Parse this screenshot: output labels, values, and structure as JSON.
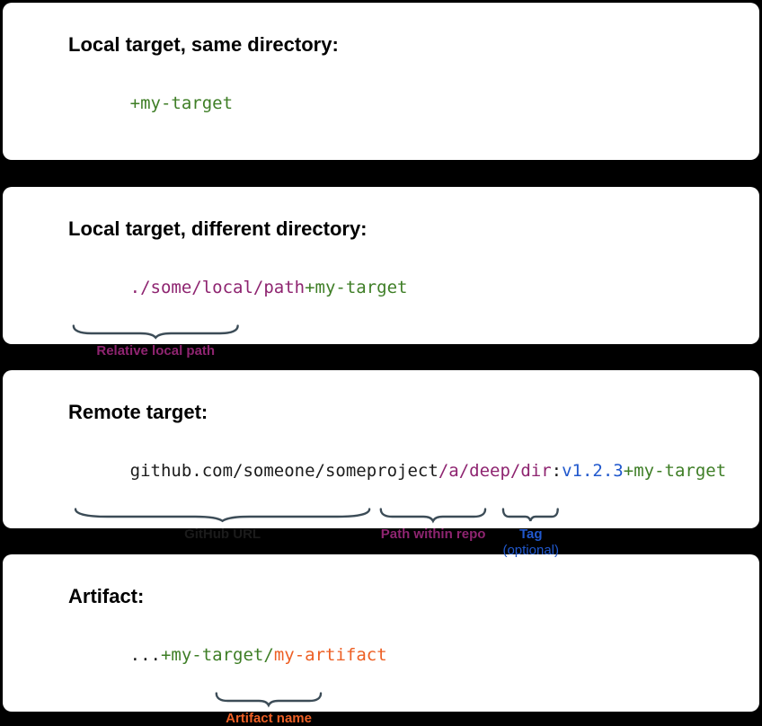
{
  "cards": [
    {
      "heading": "Local target, same directory:",
      "code": [
        {
          "text": "+my-target",
          "color": "green"
        }
      ],
      "annotations": []
    },
    {
      "heading": "Local target, different directory:",
      "code": [
        {
          "text": "./some/local/path",
          "color": "purple"
        },
        {
          "text": "+my-target",
          "color": "green"
        }
      ],
      "annotations": [
        {
          "covers": "./some/local/path",
          "label": "Relative local path",
          "color": "purple"
        }
      ]
    },
    {
      "heading": "Remote target:",
      "code": [
        {
          "text": "github.com/someone/someproject",
          "color": "black"
        },
        {
          "text": "/a/deep/dir",
          "color": "purple"
        },
        {
          "text": ":",
          "color": "black"
        },
        {
          "text": "v1.2.3",
          "color": "blue"
        },
        {
          "text": "+my-target",
          "color": "green"
        }
      ],
      "annotations": [
        {
          "covers": "github.com/someone/someproject",
          "label": "GitHub URL",
          "color": "black"
        },
        {
          "covers": "/a/deep/dir",
          "label": "Path within repo",
          "color": "purple"
        },
        {
          "covers": "v1.2.3",
          "label": "Tag",
          "sublabel": "(optional)",
          "color": "blue"
        }
      ]
    },
    {
      "heading": "Artifact:",
      "code": [
        {
          "text": "...",
          "color": "black"
        },
        {
          "text": "+my-target/",
          "color": "green"
        },
        {
          "text": "my-artifact",
          "color": "orange"
        }
      ],
      "annotations": [
        {
          "covers": "my-artifact",
          "label": "Artifact name",
          "color": "orange"
        }
      ]
    }
  ],
  "colors": {
    "green": "#3e7e26",
    "purple": "#8e2470",
    "blue": "#2058cd",
    "orange": "#ed5f24",
    "black": "#1b1b1b",
    "brace": "#3c4c57",
    "card_bg": "#ffffff",
    "page_bg": "#000000"
  }
}
